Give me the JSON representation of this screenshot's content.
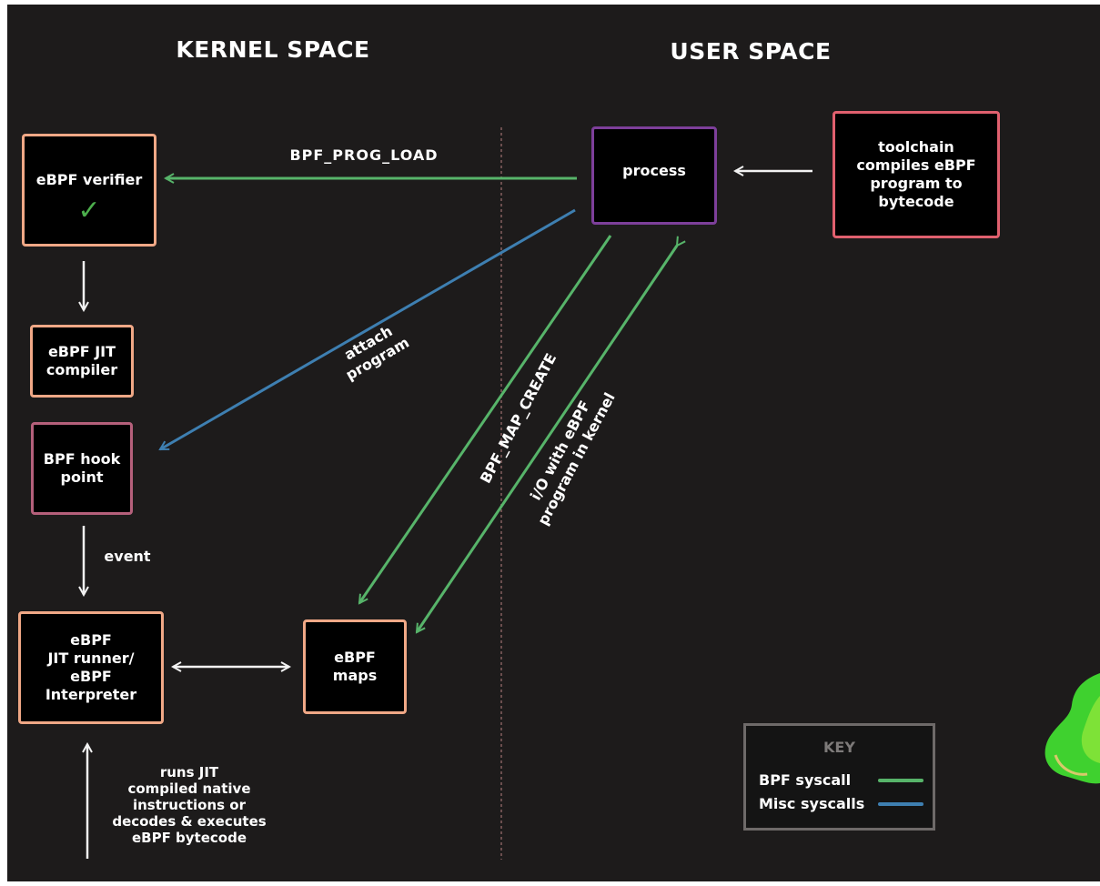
{
  "headings": {
    "kernel": "KERNEL SPACE",
    "user": "USER SPACE"
  },
  "nodes": {
    "verifier": {
      "label": "eBPF verifier",
      "check": "✓"
    },
    "jit_compiler": {
      "label": "eBPF JIT\ncompiler"
    },
    "hook_point": {
      "label": "BPF hook\npoint"
    },
    "jit_runner": {
      "label": "eBPF\nJIT runner/\neBPF\nInterpreter"
    },
    "maps": {
      "label": "eBPF\nmaps"
    },
    "process": {
      "label": "process"
    },
    "toolchain": {
      "label": "toolchain\ncompiles eBPF\nprogram to\nbytecode"
    }
  },
  "edges": {
    "prog_load": "BPF_PROG_LOAD",
    "attach": "attach program",
    "map_create": "BPF_MAP_CREATE",
    "io": "i/O with eBPF\nprogram in kernel",
    "event": "event",
    "runs": "runs JIT\ncompiled native\ninstructions or\ndecodes & executes\neBPF bytecode"
  },
  "key": {
    "title": "KEY",
    "items": [
      {
        "label": "BPF syscall",
        "color": "#57b46a"
      },
      {
        "label": "Misc syscalls",
        "color": "#3e7fb1"
      }
    ]
  },
  "colors": {
    "background": "#1d1b1b",
    "bpf_syscall": "#57b46a",
    "misc_syscall": "#3e7fb1",
    "plain_arrow": "#f2f2f2",
    "kernel_box_border": "#f0a886",
    "hook_box_border": "#b5607b",
    "process_border": "#7d3f9a",
    "toolchain_border": "#e0606e",
    "divider": "#6b4e4e",
    "checkmark": "#4cae4c"
  }
}
